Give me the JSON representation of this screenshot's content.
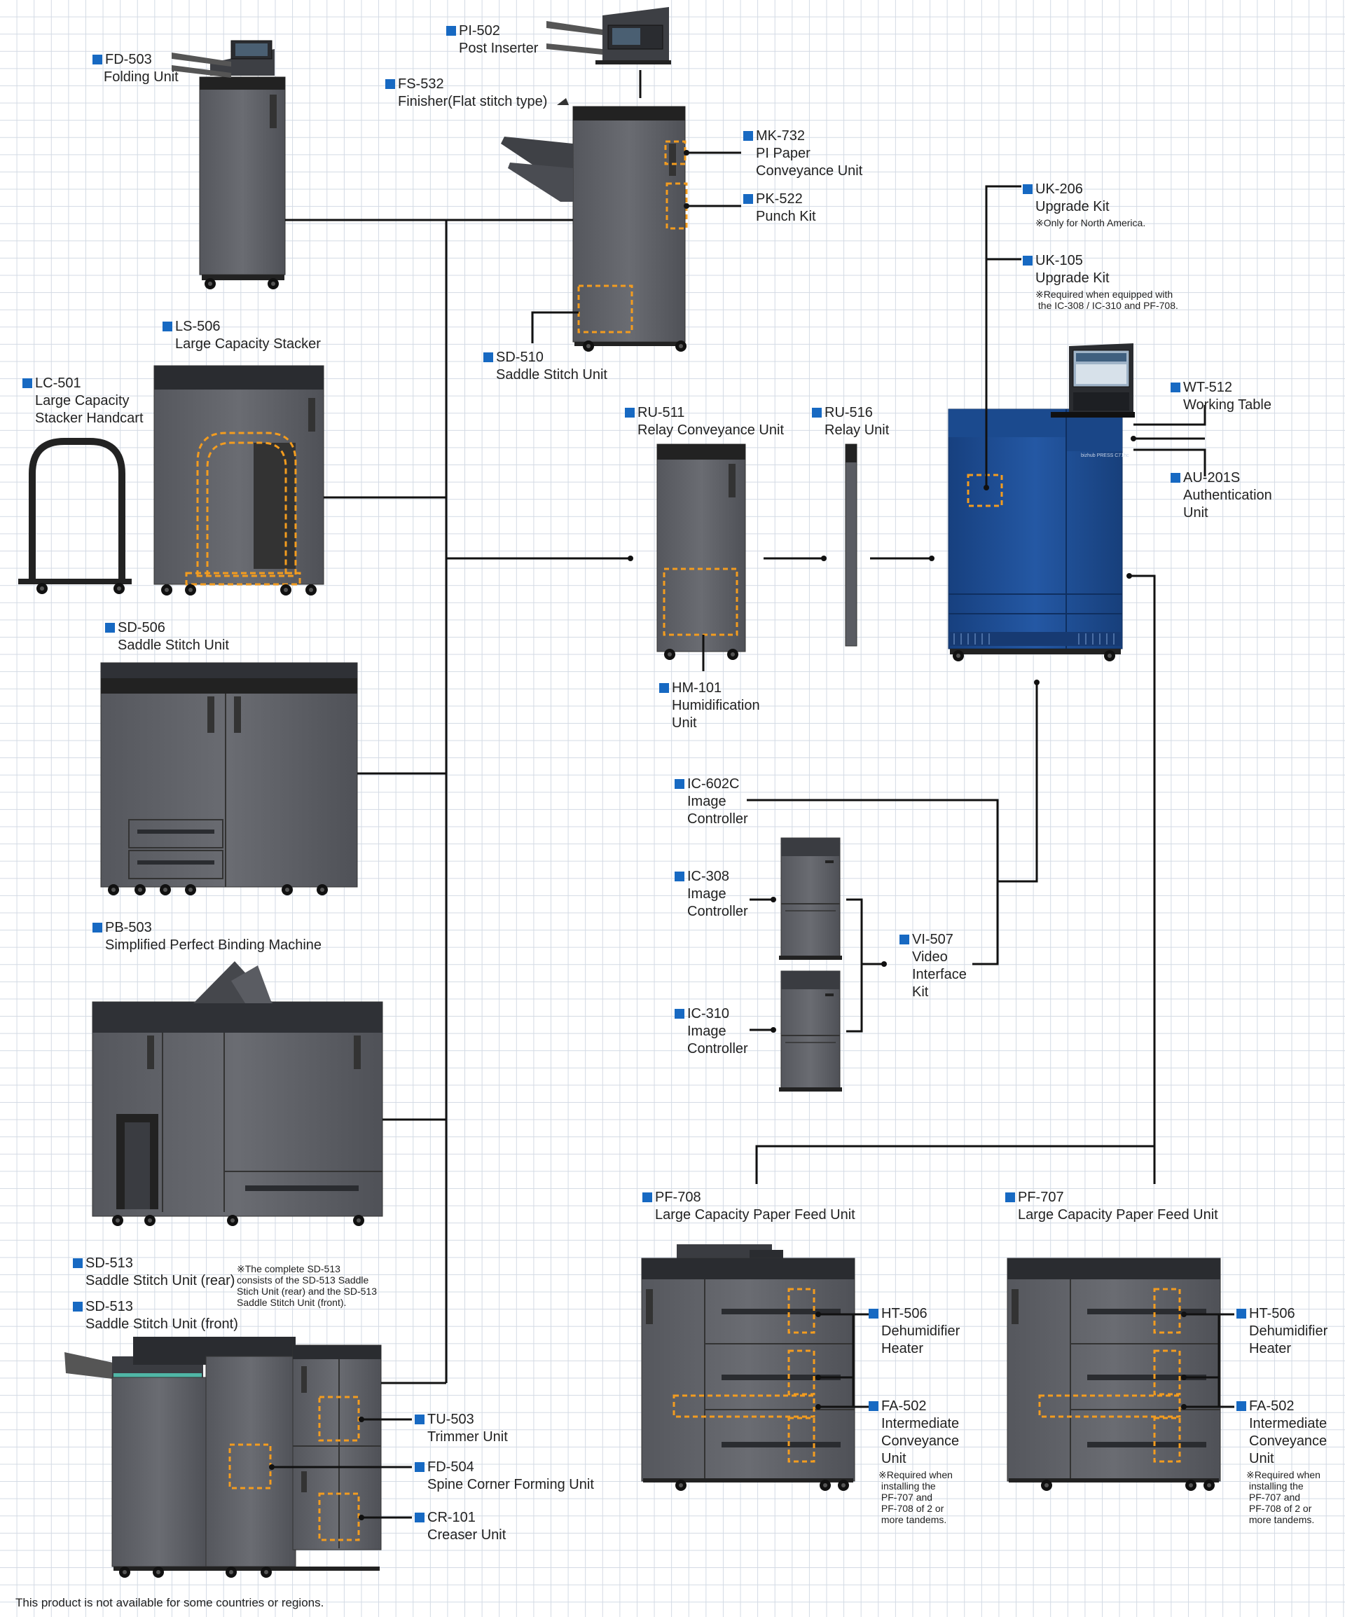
{
  "labels": [
    {
      "id": "fd503",
      "code": "FD-503",
      "name": "Folding Unit"
    },
    {
      "id": "pi502",
      "code": "PI-502",
      "name": "Post Inserter"
    },
    {
      "id": "fs532",
      "code": "FS-532",
      "name": "Finisher(Flat stitch type)"
    },
    {
      "id": "mk732",
      "code": "MK-732",
      "name": "PI Paper\nConveyance Unit"
    },
    {
      "id": "pk522",
      "code": "PK-522",
      "name": "Punch Kit"
    },
    {
      "id": "uk206",
      "code": "UK-206",
      "name": "Upgrade Kit",
      "note": "※Only for North America."
    },
    {
      "id": "uk105",
      "code": "UK-105",
      "name": "Upgrade Kit",
      "note": "※Required when equipped with\n the IC-308 / IC-310 and PF-708."
    },
    {
      "id": "ls506",
      "code": "LS-506",
      "name": "Large Capacity Stacker"
    },
    {
      "id": "lc501",
      "code": "LC-501",
      "name": "Large Capacity\nStacker Handcart"
    },
    {
      "id": "sd510",
      "code": "SD-510",
      "name": "Saddle Stitch Unit"
    },
    {
      "id": "ru511",
      "code": "RU-511",
      "name": "Relay Conveyance Unit"
    },
    {
      "id": "ru516",
      "code": "RU-516",
      "name": "Relay Unit"
    },
    {
      "id": "wt512",
      "code": "WT-512",
      "name": "Working Table"
    },
    {
      "id": "au201s",
      "code": "AU-201S",
      "name": "Authentication\nUnit"
    },
    {
      "id": "sd506",
      "code": "SD-506",
      "name": "Saddle Stitch Unit"
    },
    {
      "id": "hm101",
      "code": "HM-101",
      "name": "Humidification\nUnit"
    },
    {
      "id": "ic602c",
      "code": "IC-602C",
      "name": "Image\nController"
    },
    {
      "id": "ic308",
      "code": "IC-308",
      "name": "Image\nController"
    },
    {
      "id": "vi507",
      "code": "VI-507",
      "name": "Video\nInterface\nKit"
    },
    {
      "id": "ic310",
      "code": "IC-310",
      "name": "Image\nController"
    },
    {
      "id": "pb503",
      "code": "PB-503",
      "name": "Simplified Perfect Binding Machine"
    },
    {
      "id": "sd513r",
      "code": "SD-513",
      "name": "Saddle Stitch Unit (rear)"
    },
    {
      "id": "sd513f",
      "code": "SD-513",
      "name": "Saddle Stitch Unit (front)"
    },
    {
      "id": "pf708",
      "code": "PF-708",
      "name": "Large Capacity Paper Feed Unit"
    },
    {
      "id": "pf707",
      "code": "PF-707",
      "name": "Large Capacity Paper Feed Unit"
    },
    {
      "id": "ht506a",
      "code": "HT-506",
      "name": "Dehumidifier\nHeater"
    },
    {
      "id": "fa502a",
      "code": "FA-502",
      "name": "Intermediate\nConveyance\nUnit",
      "note": "※Required when\n installing the\n PF-707 and\n PF-708 of 2 or\n more tandems."
    },
    {
      "id": "ht506b",
      "code": "HT-506",
      "name": "Dehumidifier\nHeater"
    },
    {
      "id": "fa502b",
      "code": "FA-502",
      "name": "Intermediate\nConveyance\nUnit",
      "note": "※Required when\n installing the\n PF-707 and\n PF-708 of 2 or\n more tandems."
    },
    {
      "id": "tu503",
      "code": "TU-503",
      "name": "Trimmer Unit"
    },
    {
      "id": "fd504",
      "code": "FD-504",
      "name": "Spine Corner Forming Unit"
    },
    {
      "id": "cr101",
      "code": "CR-101",
      "name": "Creaser Unit"
    }
  ],
  "sd513_note": "The complete SD-513 consists of the SD-513 Saddle Stich Unit (rear) and the SD-513 Saddle Stitch Unit (front).",
  "footnote": "This product is not available for some countries or regions.",
  "machine_brand": "bizhub PRESS C71hc",
  "colors": {
    "bullet": "#1769c2",
    "grid": "#d3dae4",
    "body": "#5f6167",
    "main_unit": "#1f4c8f",
    "dashed": "#f39c1f",
    "wire": "#111111"
  }
}
